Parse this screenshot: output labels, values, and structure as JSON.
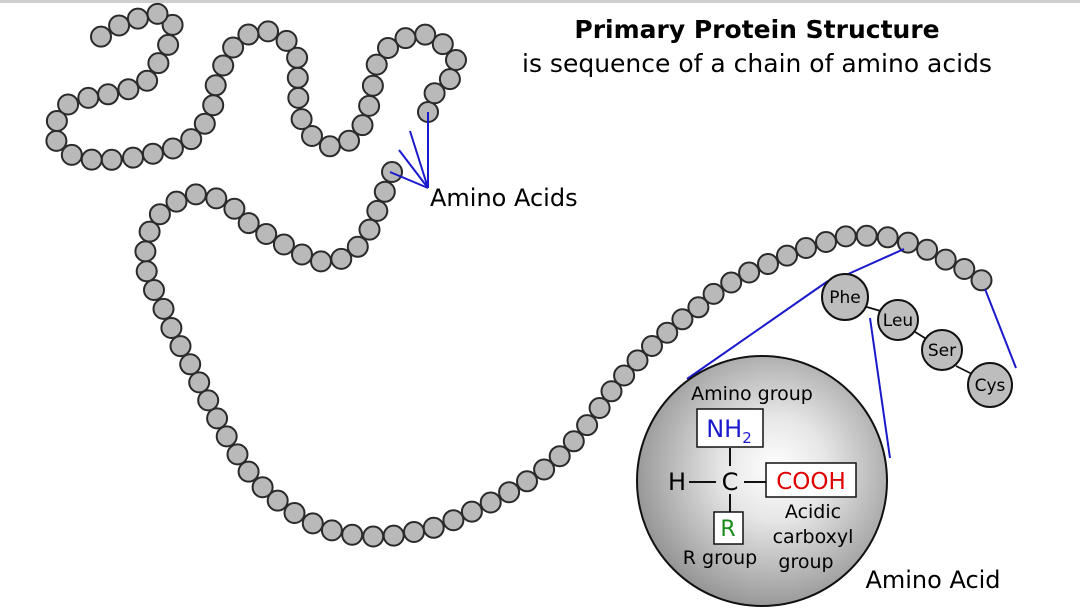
{
  "title": "Primary Protein Structure",
  "subtitle": "is sequence of a chain of amino acids",
  "chain_label": "Amino Acids",
  "residues": {
    "r1": "Phe",
    "r2": "Leu",
    "r3": "Ser",
    "r4": "Cys"
  },
  "amino_acid": {
    "label": "Amino Acid",
    "amino_group_label": "Amino group",
    "nh2_main": "NH",
    "nh2_sub": "2",
    "hydrogen": "H",
    "carbon": "C",
    "cooh": "COOH",
    "r": "R",
    "r_group_label": "R group",
    "acid_line1": "Acidic",
    "acid_line2": "carboxyl",
    "acid_line3": "group"
  },
  "colors": {
    "amine": "#1a1acc",
    "carboxyl": "#e00000",
    "r_group": "#1a8a1a",
    "link": "#1a1acc",
    "bead": "#b9b9b9"
  }
}
